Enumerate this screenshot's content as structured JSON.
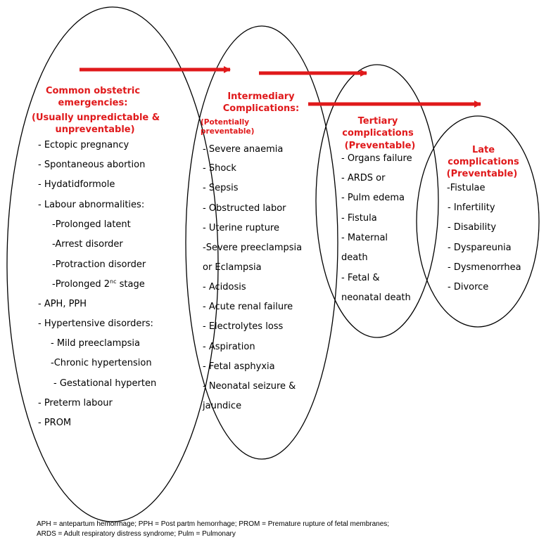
{
  "colors": {
    "accent": "#e0191b",
    "outline": "#000000"
  },
  "stage1": {
    "title": [
      "Common obstetric",
      "emergencies:"
    ],
    "subtitle": [
      "(Usually unpredictable &",
      "unpreventable)"
    ],
    "items": [
      "- Ectopic pregnancy",
      "- Spontaneous abortion",
      "- Hydatidformole",
      "- Labour abnormalities:",
      "-Prolonged latent",
      "-Arrest disorder",
      "-Protraction disorder",
      "-Prolonged 2",
      "- APH, PPH",
      "- Hypertensive disorders:",
      "- Mild preeclampsia",
      "-Chronic hypertension",
      "- Gestational hyperten",
      "- Preterm labour",
      "- PROM"
    ],
    "sup_nd": "nc",
    "sup_after": " stage"
  },
  "stage2": {
    "title": [
      "Intermediary",
      "Complications:"
    ],
    "subtitle": [
      "(Potentially",
      "preventable)"
    ],
    "items": [
      "- Severe anaemia",
      "- Shock",
      "- Sepsis",
      "- Obstructed labor",
      "- Uterine rupture",
      "-Severe preeclampsia",
      "or Eclampsia",
      "- Acidosis",
      "- Acute renal failure",
      "- Electrolytes loss",
      "- Aspiration",
      "- Fetal asphyxia",
      "- Neonatal seizure &",
      "jaundice"
    ]
  },
  "stage3": {
    "title": [
      "Tertiary",
      "complications"
    ],
    "subtitle": [
      "(Preventable)"
    ],
    "items": [
      "- Organs failure",
      "- ARDS or",
      "- Pulm edema",
      "- Fistula",
      "- Maternal",
      "death",
      "- Fetal &",
      "neonatal death"
    ]
  },
  "stage4": {
    "title": [
      "Late",
      "complications"
    ],
    "subtitle": [
      "(Preventable)"
    ],
    "items": [
      "-Fistulae",
      "- Infertility",
      "- Disability",
      "- Dyspareunia",
      "- Dysmenorrhea",
      "- Divorce"
    ]
  },
  "footnote": [
    "APH = antepartum hemorrhage; PPH = Post partm hemorrhage; PROM = Premature rupture of fetal membranes;",
    "ARDS = Adult respiratory distress syndrome; Pulm = Pulmonary"
  ]
}
